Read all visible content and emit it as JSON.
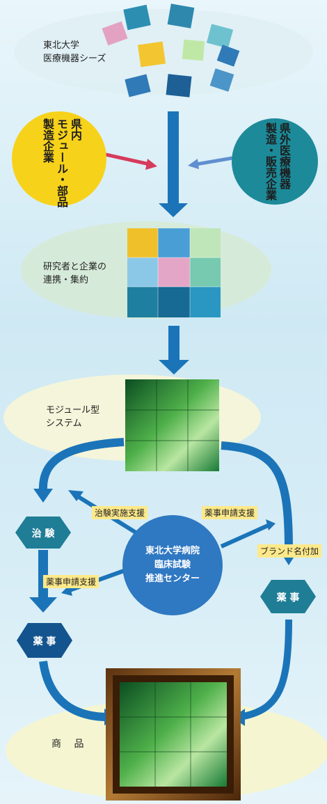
{
  "seeds_label": "東北大学\n医療機器シーズ",
  "left_company": "県内\nモジュール・部品\n製造企業",
  "right_company": "県外医療機器\n製造・販売企業",
  "alliance_label": "研究者と企業の\n連携・集約",
  "module_label": "モジュール型\nシステム",
  "trial_hex": "治 験",
  "yakuji_left_hex": "薬 事",
  "yakuji_right_hex": "薬 事",
  "tag_trial_support": "治験実施支援",
  "tag_yakuji_right": "薬事申請支援",
  "tag_yakuji_left": "薬事申請支援",
  "tag_brand": "ブランド名付加",
  "center_label": "東北大学病院\n臨床試験\n推進センター",
  "product_label": "商　 品",
  "colors": {
    "arrow_blue": "#1b74b8",
    "hex_teal": "#1f7d96",
    "hex_navy": "#14548e",
    "yellow_circle": "#f7d21b",
    "teal_circle": "#1d8a99",
    "center_circle": "#2f78c2",
    "tag_bg": "#fde98a",
    "red_arrow": "#d63b5c"
  },
  "icons": [
    "puzzle-pieces-icon",
    "puzzle-grid-icon",
    "green-puzzle-icon",
    "framed-puzzle-icon"
  ]
}
